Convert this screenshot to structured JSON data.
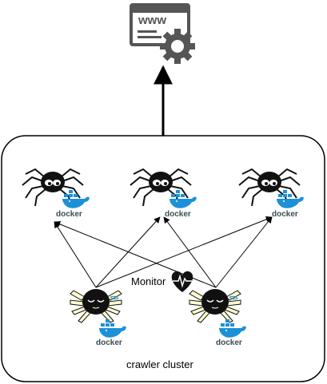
{
  "diagram": {
    "cluster_label": "crawler cluster",
    "monitor_label": "Monitor",
    "docker_label": "docker",
    "web_icon_text": "www",
    "colors": {
      "spider_body": "#111111",
      "web_icon": "#555555",
      "docker_blue": "#1d91d8",
      "docker_text": "#394d54",
      "leg_fill": "#fffccc",
      "frame_border": "#000000"
    },
    "nodes": {
      "web": "web-server-icon",
      "worker_spiders": [
        "spider-1",
        "spider-2",
        "spider-3"
      ],
      "master_spiders": [
        "master-spider-1",
        "master-spider-2"
      ]
    }
  }
}
